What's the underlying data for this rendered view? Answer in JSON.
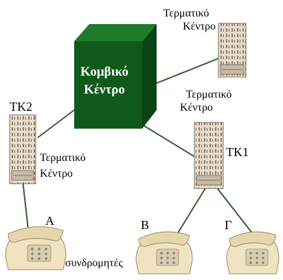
{
  "hub": {
    "line1": "Κομβικό",
    "line2": "Κέντρο"
  },
  "terminal_top": {
    "line1": "Τερματικό",
    "line2": "Κέντρο"
  },
  "terminal_left": {
    "code": "ΤΚ2",
    "line1": "Τερματικό",
    "line2": "Κέντρο"
  },
  "terminal_right": {
    "code": "ΤΚ1",
    "line1": "Τερματικό",
    "line2": "Κέντρο"
  },
  "subscribers": {
    "a": "Α",
    "b": "Β",
    "g": "Γ",
    "caption": "συνδρομητές"
  },
  "colors": {
    "hub_front": "#0f5a1b",
    "hub_side": "#0a4414",
    "hub_top": "#1f7a2c",
    "link": "#2f5f2c",
    "rack": "#e6d9c8",
    "phone": "#efe3c2"
  }
}
